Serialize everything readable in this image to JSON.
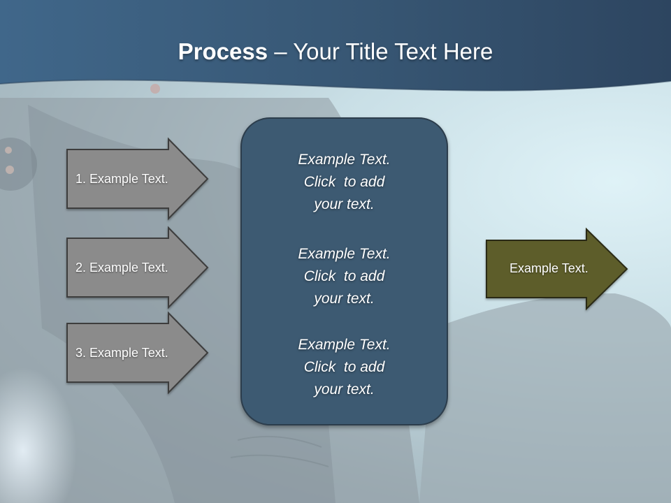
{
  "title": {
    "bold": "Process",
    "rest": " – Your Title Text Here"
  },
  "left_arrows": [
    {
      "label": "1. Example Text."
    },
    {
      "label": "2. Example Text."
    },
    {
      "label": "3. Example Text."
    }
  ],
  "center_box": {
    "paragraphs": [
      {
        "lines": [
          "Example Text.",
          "Click  to add",
          "your text."
        ]
      },
      {
        "lines": [
          "Example Text.",
          "Click  to add",
          "your text."
        ]
      },
      {
        "lines": [
          "Example Text.",
          "Click  to add",
          "your text."
        ]
      }
    ]
  },
  "right_arrow": {
    "label": "Example Text."
  },
  "colors": {
    "header_band": "#3a5a76",
    "left_arrow_fill": "#8a8a8a",
    "center_box_fill": "#3d5a72",
    "right_arrow_fill": "#5e5e2a"
  }
}
